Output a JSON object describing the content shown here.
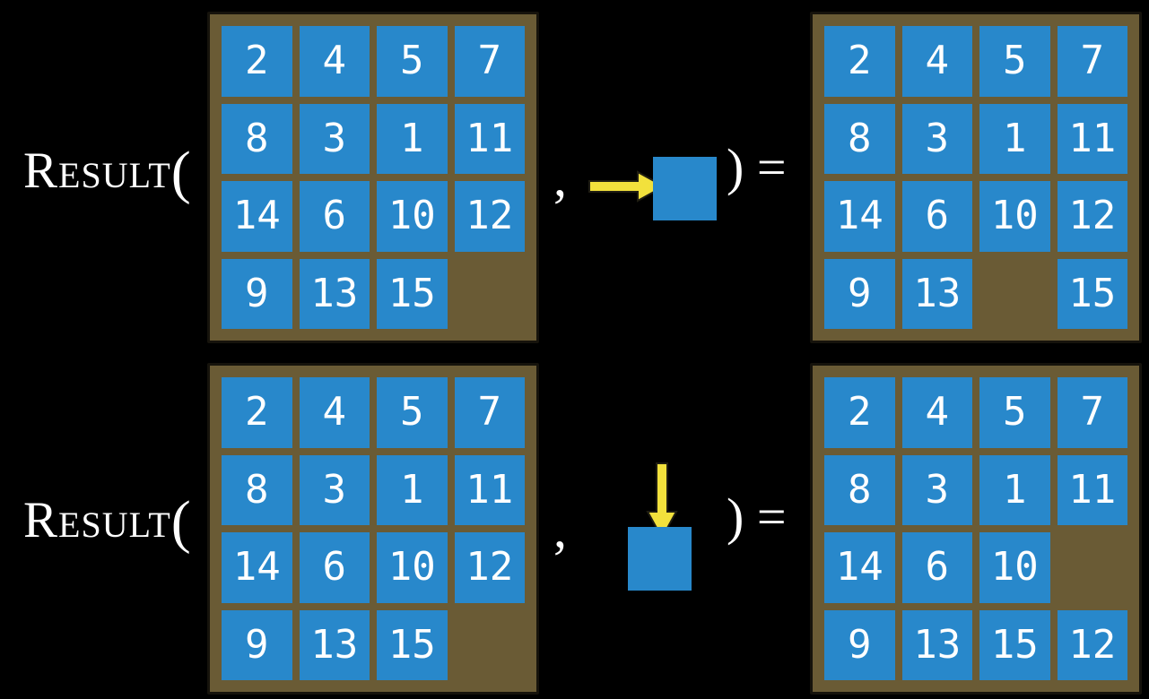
{
  "function": {
    "name": "Result",
    "open_paren": "(",
    "comma": ",",
    "close_paren_equals": ") ="
  },
  "colors": {
    "background": "#000000",
    "board_frame": "#6A5B35",
    "board_border": "#16130C",
    "tile_blue": "#2888CB",
    "tile_text": "#FFFFFF",
    "arrow_yellow": "#F2E13C",
    "arrow_outline": "#1F1D12",
    "label_text": "#FFFFFF"
  },
  "equations": [
    {
      "action_direction": "right",
      "action_icon": "right-arrow-icon",
      "input_grid": [
        [
          "2",
          "4",
          "5",
          "7"
        ],
        [
          "8",
          "3",
          "1",
          "11"
        ],
        [
          "14",
          "6",
          "10",
          "12"
        ],
        [
          "9",
          "13",
          "15",
          ""
        ]
      ],
      "output_grid": [
        [
          "2",
          "4",
          "5",
          "7"
        ],
        [
          "8",
          "3",
          "1",
          "11"
        ],
        [
          "14",
          "6",
          "10",
          "12"
        ],
        [
          "9",
          "13",
          "",
          "15"
        ]
      ]
    },
    {
      "action_direction": "down",
      "action_icon": "down-arrow-icon",
      "input_grid": [
        [
          "2",
          "4",
          "5",
          "7"
        ],
        [
          "8",
          "3",
          "1",
          "11"
        ],
        [
          "14",
          "6",
          "10",
          "12"
        ],
        [
          "9",
          "13",
          "15",
          ""
        ]
      ],
      "output_grid": [
        [
          "2",
          "4",
          "5",
          "7"
        ],
        [
          "8",
          "3",
          "1",
          "11"
        ],
        [
          "14",
          "6",
          "10",
          ""
        ],
        [
          "9",
          "13",
          "15",
          "12"
        ]
      ]
    }
  ]
}
